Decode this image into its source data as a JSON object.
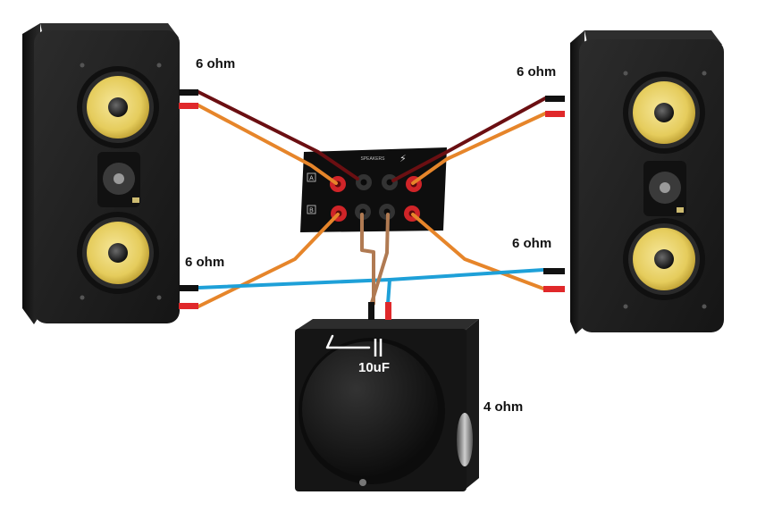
{
  "labels": {
    "left_top_impedance": "6 ohm",
    "left_bottom_impedance": "6 ohm",
    "right_top_impedance": "6 ohm",
    "right_bottom_impedance": "6 ohm",
    "capacitor": "10uF",
    "sub_impedance": "4 ohm"
  },
  "amplifier": {
    "header_text": "SPEAKERS",
    "channel_a": "A",
    "channel_b": "B"
  },
  "wire_colors": {
    "dark_red": "#6b0f12",
    "orange": "#e6852a",
    "blue": "#1ea0d8",
    "brown": "#b07a52",
    "white": "#ffffff"
  },
  "colors": {
    "speaker_body": "#1f1f1f",
    "woofer_cone": "#e9d36a",
    "terminal_red": "#e0282a",
    "terminal_black": "#111111"
  }
}
